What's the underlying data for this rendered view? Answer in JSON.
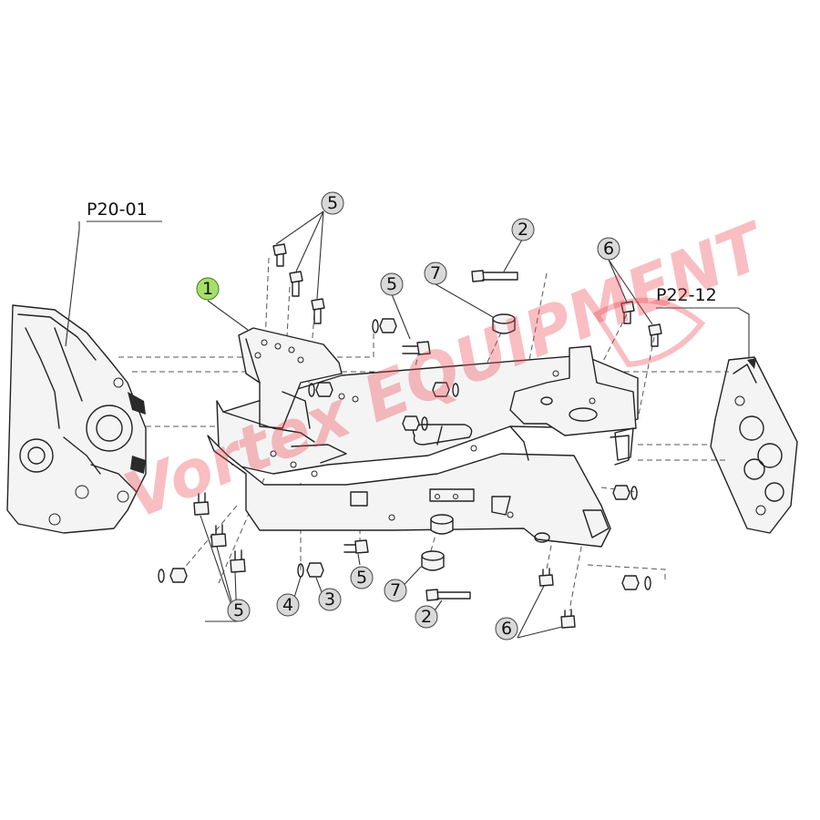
{
  "references": {
    "left_assembly": "P20-01",
    "right_assembly": "P22-12"
  },
  "callouts": {
    "c1": "1",
    "c2_top": "2",
    "c2_bottom": "2",
    "c3": "3",
    "c4": "4",
    "c5_top": "5",
    "c5_mid": "5",
    "c5_bottom_right": "5",
    "c5_bottom_left": "5",
    "c6_top": "6",
    "c6_bottom": "6",
    "c7_top": "7",
    "c7_bottom": "7"
  },
  "watermark": {
    "text": "Vortex EQUIPMENT"
  },
  "colors": {
    "highlight_callout": "#a6e06b",
    "callout": "#d9d9d9",
    "watermark": "#eb4650"
  }
}
